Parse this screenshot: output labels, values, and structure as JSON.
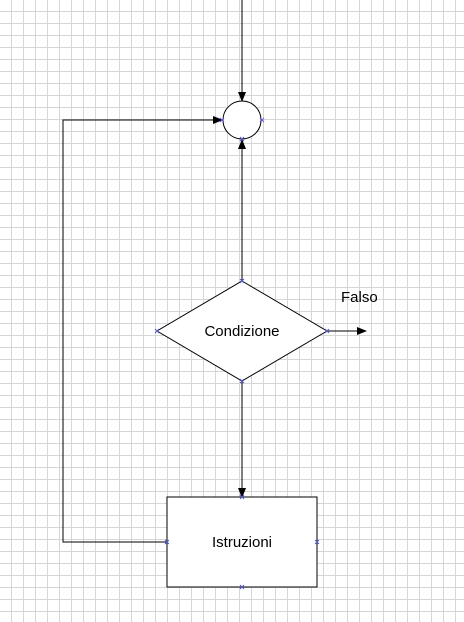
{
  "diagram": {
    "condition_label": "Condizione",
    "false_label": "Falso",
    "statements_label": "Istruzioni"
  },
  "colors": {
    "line": "#000000",
    "connection_point": "#5a5ad0",
    "grid": "#d6d6d6",
    "background": "#ffffff"
  }
}
